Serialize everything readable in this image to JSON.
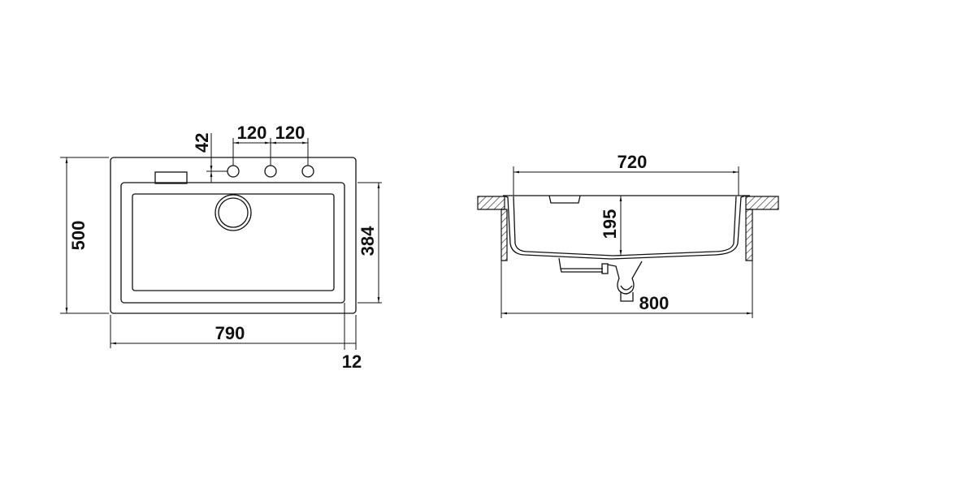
{
  "top_view": {
    "dimensions": {
      "overall_width": "790",
      "overall_depth": "500",
      "bowl_depth": "384",
      "tap_offset": "42",
      "tap_spacing_1": "120",
      "tap_spacing_2": "120",
      "rim_edge": "12"
    }
  },
  "section_view": {
    "dimensions": {
      "bowl_width": "720",
      "bowl_height": "195",
      "cutout_width": "800"
    }
  },
  "colors": {
    "line": "#111111",
    "background": "#ffffff"
  }
}
